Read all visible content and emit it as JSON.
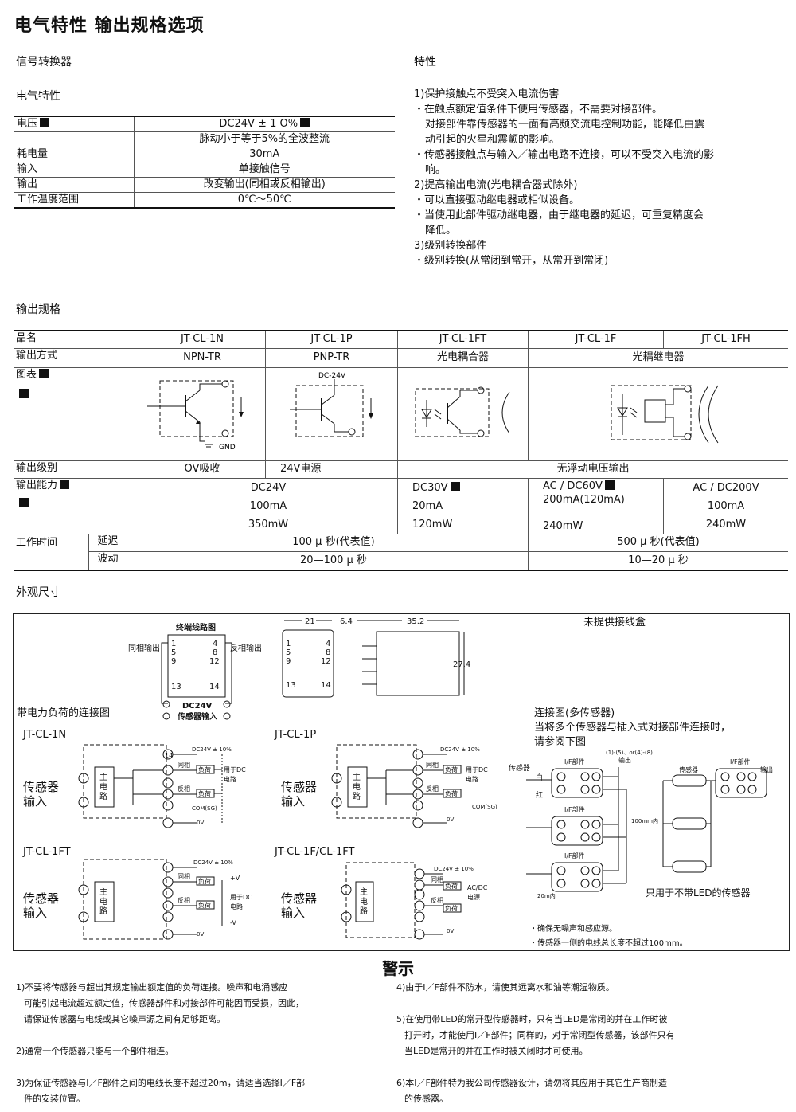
{
  "title": "电气特性 输出规格选项",
  "converter_label": "信号转换器",
  "electrical_label": "电气特性",
  "electrical_rows": [
    {
      "label": "电压",
      "value": "DC24V ± 1 O%"
    },
    {
      "label": "",
      "value": "脉动小于等于5%的全波整流"
    },
    {
      "label": "耗电量",
      "value": "30mA"
    },
    {
      "label": "输入",
      "value": "单接触信号"
    },
    {
      "label": "输出",
      "value": "改变输出(同相或反相输出)"
    },
    {
      "label": "工作温度范围",
      "value": "0℃～50℃"
    }
  ],
  "features": {
    "heading": "特性",
    "lines": [
      {
        "text": "1)保护接触点不受突入电流伤害",
        "indent": false
      },
      {
        "text": "・在触点额定值条件下使用传感器，不需要对接部件。",
        "indent": false
      },
      {
        "text": "对接部件靠传感器的一面有高频交流电控制功能，能降低由震",
        "indent": true
      },
      {
        "text": "动引起的火星和震颤的影响。",
        "indent": true
      },
      {
        "text": "・传感器接触点与输入／输出电路不连接，可以不受突入电流的影",
        "indent": false
      },
      {
        "text": "响。",
        "indent": true
      },
      {
        "text": "2)提高输出电流(光电耦合器式除外)",
        "indent": false
      },
      {
        "text": "・可以直接驱动继电器或相似设备。",
        "indent": false
      },
      {
        "text": "・当使用此部件驱动继电器，由于继电器的延迟，可重复精度会",
        "indent": false
      },
      {
        "text": "降低。",
        "indent": true
      },
      {
        "text": "3)级别转换部件",
        "indent": false
      },
      {
        "text": "・级别转换(从常闭到常开，从常开到常闭)",
        "indent": false
      }
    ]
  },
  "output_label": "输出规格",
  "output": {
    "row_labels": [
      "品名",
      "输出方式",
      "图表",
      "输出级别",
      "输出能力",
      "工作时间",
      "延迟",
      "波动"
    ],
    "models": [
      "JT-CL-1N",
      "JT-CL-1P",
      "JT-CL-1FT",
      "JT-CL-1F",
      "JT-CL-1FH"
    ],
    "modes": [
      "NPN-TR",
      "PNP-TR",
      "光电耦合器",
      "光耦继电器"
    ],
    "diagram_labels": {
      "dc24v": "DC-24V",
      "gnd": "GND"
    },
    "levels": [
      "OV吸收",
      "24V电源",
      "无浮动电压输出"
    ],
    "capacity": {
      "c1": [
        "DC24V",
        "100mA",
        "350mW"
      ],
      "c2": [
        "DC30V",
        "20mA",
        "120mW"
      ],
      "c3": [
        "AC / DC60V",
        "200mA(120mA)",
        "240mW"
      ],
      "c4": [
        "AC / DC200V",
        "100mA",
        "240mW"
      ]
    },
    "delay": [
      "100 μ 秒(代表值)",
      "500 μ 秒(代表值)"
    ],
    "ripple": [
      "20—100 μ 秒",
      "10—20 μ 秒"
    ]
  },
  "dims_label": "外观尺寸",
  "dims": {
    "terminal_title": "终端线路图",
    "in_phase": "同相输出",
    "anti_phase": "反相输出",
    "term_numbers": [
      "1",
      "4",
      "5",
      "8",
      "9",
      "12",
      "13",
      "14"
    ],
    "dc24v": "DC24V",
    "sensor_input": "传感器输入",
    "d21": "21",
    "d64": "6.4",
    "d352": "35.2",
    "d274": "27.4",
    "no_box": "未提供接线盒",
    "load_title": "带电力负荷的连接图",
    "labels": [
      "JT-CL-1N",
      "JT-CL-1P",
      "JT-CL-1FT",
      "JT-CL-1F/CL-1FT"
    ],
    "sensor": "传感器",
    "input": "输入",
    "main_circuit": [
      "主",
      "电",
      "路"
    ],
    "same": "同相",
    "rev": "反相",
    "load": "负荷",
    "for_dc": "用于DC",
    "circuit": "电路",
    "dc24v10": "DC24V ± 10%",
    "com": "COM(SG)",
    "ov": "0V",
    "acdc": "AC/DC",
    "power": "电源",
    "pv": "+V",
    "mv": "-V",
    "multi_title": "连接图(多传感器)",
    "multi_desc1": "当将多个传感器与插入式对接部件连接时，",
    "multi_desc2": "请参阅下图",
    "sensor_s": "传感器",
    "white": "白",
    "red": "红",
    "if_part": "I/F部件",
    "output_s": "输出",
    "combo": "(1)-(5)、or(4)-(8)",
    "len100": "100mm内",
    "len20": "20m内",
    "only_noled": "只用于不带LED的传感器",
    "note1": "・确保无噪声和感应源。",
    "note2": "・传感器一侧的电线总长度不超过100mm。"
  },
  "warnings": {
    "title": "警示",
    "left": [
      {
        "text": "1)不要将传感器与超出其规定输出额定值的负荷连接。噪声和电涌感应",
        "indent": false
      },
      {
        "text": "可能引起电流超过额定值，传感器部件和对接部件可能因而受损，因此，",
        "indent": true
      },
      {
        "text": "请保证传感器与电线或其它噪声源之间有足够距离。",
        "indent": true
      },
      {
        "text": "",
        "indent": false
      },
      {
        "text": "2)通常一个传感器只能与一个部件相连。",
        "indent": false
      },
      {
        "text": "",
        "indent": false
      },
      {
        "text": "3)为保证传感器与I／F部件之间的电线长度不超过20m，请适当选择I／F部",
        "indent": false
      },
      {
        "text": "件的安装位置。",
        "indent": true
      }
    ],
    "right": [
      {
        "text": "4)由于I／F部件不防水，请使其远离水和油等潮湿物质。",
        "indent": false
      },
      {
        "text": "",
        "indent": false
      },
      {
        "text": "5)在使用带LED的常开型传感器时，只有当LED是常闭的并在工作时被",
        "indent": false
      },
      {
        "text": "打开时，才能使用I／F部件；同样的，对于常闭型传感器，该部件只有",
        "indent": true
      },
      {
        "text": "当LED是常开的并在工作时被关闭时才可使用。",
        "indent": true
      },
      {
        "text": "",
        "indent": false
      },
      {
        "text": "6)本I／F部件特为我公司传感器设计，请勿将其应用于其它生产商制造",
        "indent": false
      },
      {
        "text": "的传感器。",
        "indent": true
      }
    ]
  }
}
